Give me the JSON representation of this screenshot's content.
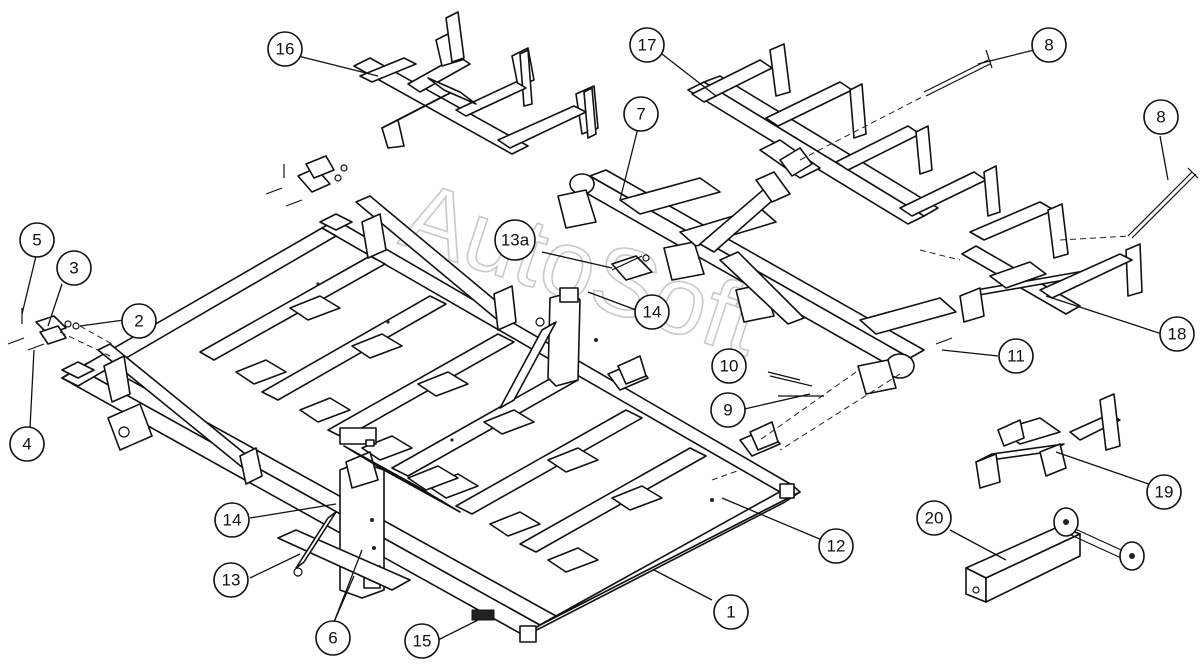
{
  "watermark": "AutoSoft",
  "callouts": [
    {
      "id": "c16",
      "label": "16"
    },
    {
      "id": "c17",
      "label": "17"
    },
    {
      "id": "c8a",
      "label": "8"
    },
    {
      "id": "c8b",
      "label": "8"
    },
    {
      "id": "c7",
      "label": "7"
    },
    {
      "id": "c13a",
      "label": "13a"
    },
    {
      "id": "c14a",
      "label": "14"
    },
    {
      "id": "c5",
      "label": "5"
    },
    {
      "id": "c3",
      "label": "3"
    },
    {
      "id": "c2",
      "label": "2"
    },
    {
      "id": "c4",
      "label": "4"
    },
    {
      "id": "c18",
      "label": "18"
    },
    {
      "id": "c11",
      "label": "11"
    },
    {
      "id": "c10",
      "label": "10"
    },
    {
      "id": "c9",
      "label": "9"
    },
    {
      "id": "c19",
      "label": "19"
    },
    {
      "id": "c20",
      "label": "20"
    },
    {
      "id": "c12",
      "label": "12"
    },
    {
      "id": "c14b",
      "label": "14"
    },
    {
      "id": "c13",
      "label": "13"
    },
    {
      "id": "c6",
      "label": "6"
    },
    {
      "id": "c15",
      "label": "15"
    },
    {
      "id": "c1",
      "label": "1"
    }
  ]
}
